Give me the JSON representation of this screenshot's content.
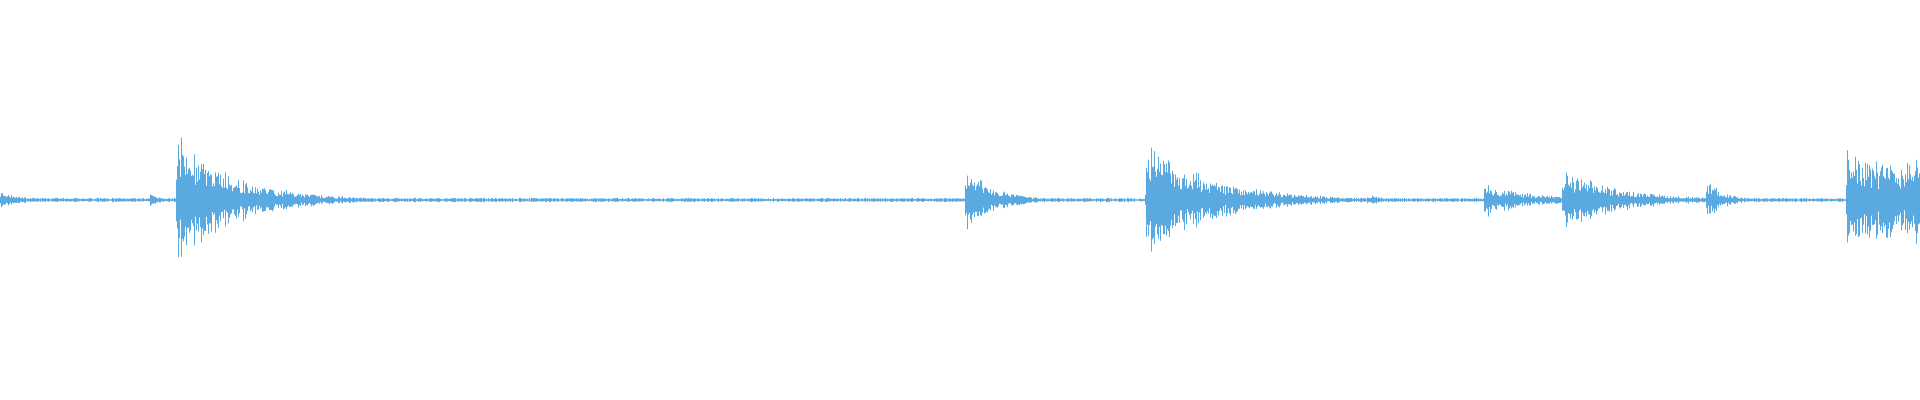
{
  "colors": {
    "background": "#ffffff",
    "waveform": "#5aa9e0"
  },
  "waveform": {
    "baseline_level": 0.01,
    "events": [
      {
        "at": 0.0,
        "peak": 0.04,
        "decay": 0.012
      },
      {
        "at": 0.078,
        "peak": 0.03,
        "decay": 0.008
      },
      {
        "at": 0.092,
        "peak": 0.3,
        "decay": 0.03
      },
      {
        "at": 0.236,
        "peak": 0.012,
        "decay": 0.07
      },
      {
        "at": 0.503,
        "peak": 0.15,
        "decay": 0.015
      },
      {
        "at": 0.597,
        "peak": 0.26,
        "decay": 0.035
      },
      {
        "at": 0.712,
        "peak": 0.03,
        "decay": 0.008
      },
      {
        "at": 0.773,
        "peak": 0.08,
        "decay": 0.025
      },
      {
        "at": 0.814,
        "peak": 0.14,
        "decay": 0.03
      },
      {
        "at": 0.889,
        "peak": 0.09,
        "decay": 0.01
      },
      {
        "at": 0.962,
        "peak": 0.26,
        "decay": 0.04
      },
      {
        "at": 0.982,
        "peak": 0.2,
        "decay": 0.04
      },
      {
        "at": 0.993,
        "peak": 0.26,
        "decay": 0.03
      }
    ]
  }
}
